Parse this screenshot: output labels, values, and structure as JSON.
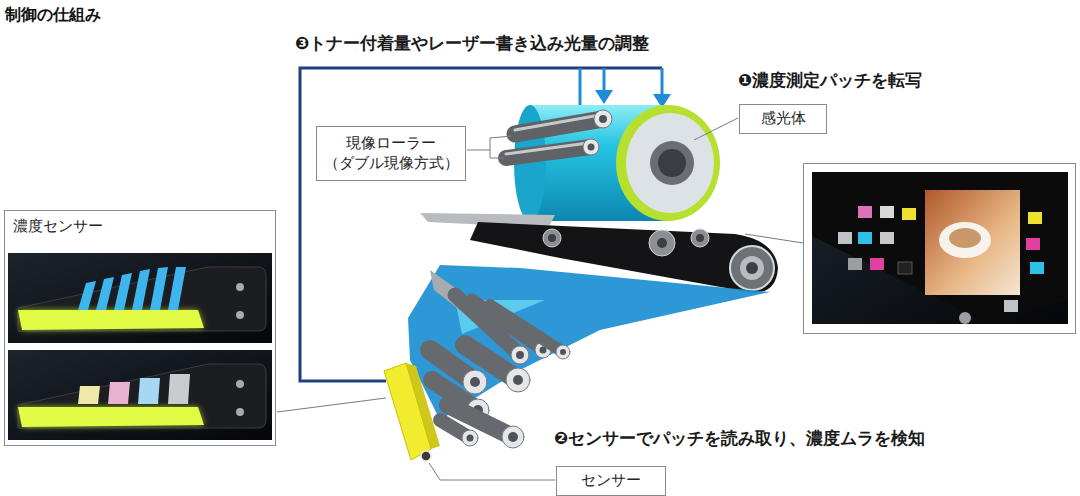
{
  "diagram": {
    "title": "制御の仕組み",
    "nodes": [
      {
        "text": [
          "感光体"
        ]
      },
      {
        "text": [
          "現像ローラー （ダブル現像方式）"
        ]
      },
      {
        "text": [
          "濃度センサー"
        ]
      },
      {
        "text": [
          "センサー"
        ]
      }
    ],
    "labels": [
      "❸トナー付着量やレーザー書き込み光量の調整",
      "❶濃度測定パッチを転写",
      "❷センサーでパッチを読み取り、濃度ムラを検知"
    ]
  }
}
